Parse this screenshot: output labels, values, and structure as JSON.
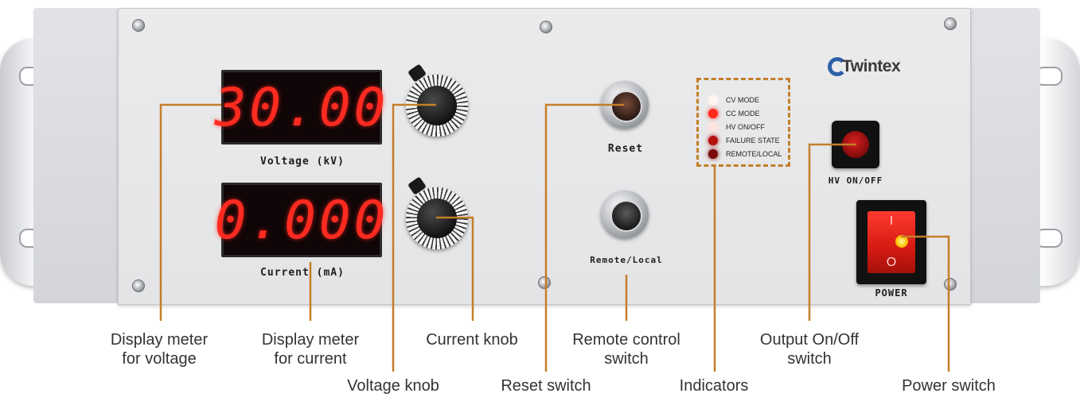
{
  "device": {
    "brand": "Twintex",
    "voltage_reading": "30.00",
    "current_reading": "0.000",
    "voltage_label": "Voltage (kV)",
    "current_label": "Current (mA)",
    "reset_label": "Reset",
    "remote_local_label": "Remote/Local",
    "hv_label": "HV ON/OFF",
    "power_label": "POWER",
    "rocker_on_mark": "I",
    "rocker_off_mark": "O"
  },
  "indicators": [
    {
      "label": "CV MODE",
      "color": "#fff4f0"
    },
    {
      "label": "CC MODE",
      "color": "#ff2a1a"
    },
    {
      "label": "HV ON/OFF",
      "color": "#ffe4e0"
    },
    {
      "label": "FAILURE STATE",
      "color": "#b4100e"
    },
    {
      "label": "REMOTE/LOCAL",
      "color": "#7a0a0a"
    }
  ],
  "callouts": {
    "display_voltage": [
      "Display meter",
      "for voltage"
    ],
    "display_current": [
      "Display meter",
      "for current"
    ],
    "voltage_knob": [
      "Voltage knob"
    ],
    "current_knob": [
      "Current knob"
    ],
    "reset_switch": [
      "Reset switch"
    ],
    "remote_switch": [
      "Remote control",
      "switch"
    ],
    "indicators": [
      "Indicators"
    ],
    "output_switch": [
      "Output On/Off",
      "switch"
    ],
    "power_switch": [
      "Power switch"
    ]
  },
  "colors": {
    "leader_line": "#c47e2a",
    "led_digits": "#ff2a20",
    "brand_blue": "#2f5fa8"
  }
}
